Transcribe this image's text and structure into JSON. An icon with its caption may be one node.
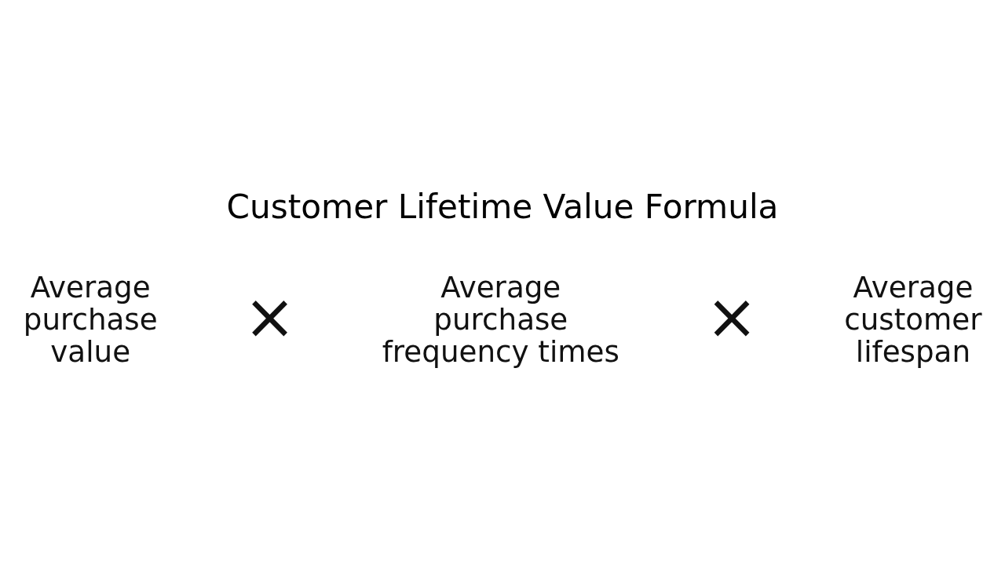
{
  "diagram": {
    "title": "Customer Lifetime Value Formula",
    "labels": [
      "Average purchase value",
      "×",
      "Average purchase frequency times",
      "×",
      "Average customer lifespan"
    ]
  }
}
